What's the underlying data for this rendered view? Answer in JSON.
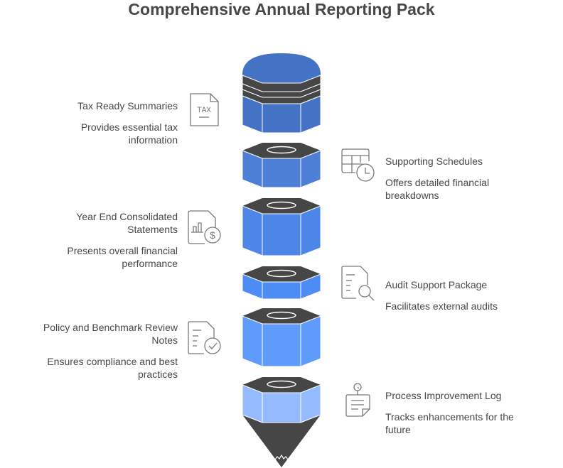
{
  "title": "Comprehensive Annual Reporting Pack",
  "colors": {
    "dark": "#464646",
    "layer1": "#4472C4",
    "layer2": "#4D7FD6",
    "layer3": "#4D86E6",
    "layer4": "#4D8CF5",
    "layer5": "#5E9BFA",
    "layer6": "#94BBFF",
    "icon_stroke": "#7A7A7A"
  },
  "items": [
    {
      "side": "left",
      "heading": "Tax Ready Summaries",
      "description": "Provides essential tax information",
      "icon": "tax-document-icon"
    },
    {
      "side": "right",
      "heading": "Supporting Schedules",
      "description": "Offers detailed financial breakdowns",
      "icon": "table-clock-icon"
    },
    {
      "side": "left",
      "heading": "Year End Consolidated Statements",
      "description": "Presents overall financial performance",
      "icon": "financial-statement-icon"
    },
    {
      "side": "right",
      "heading": "Audit Support Package",
      "description": "Facilitates external audits",
      "icon": "document-search-icon"
    },
    {
      "side": "left",
      "heading": "Policy and Benchmark Review Notes",
      "description": "Ensures compliance and best practices",
      "icon": "document-check-icon"
    },
    {
      "side": "right",
      "heading": "Process Improvement Log",
      "description": "Tracks enhancements for the future",
      "icon": "pinned-note-icon"
    }
  ],
  "icons": {
    "tax_text": "TAX"
  }
}
